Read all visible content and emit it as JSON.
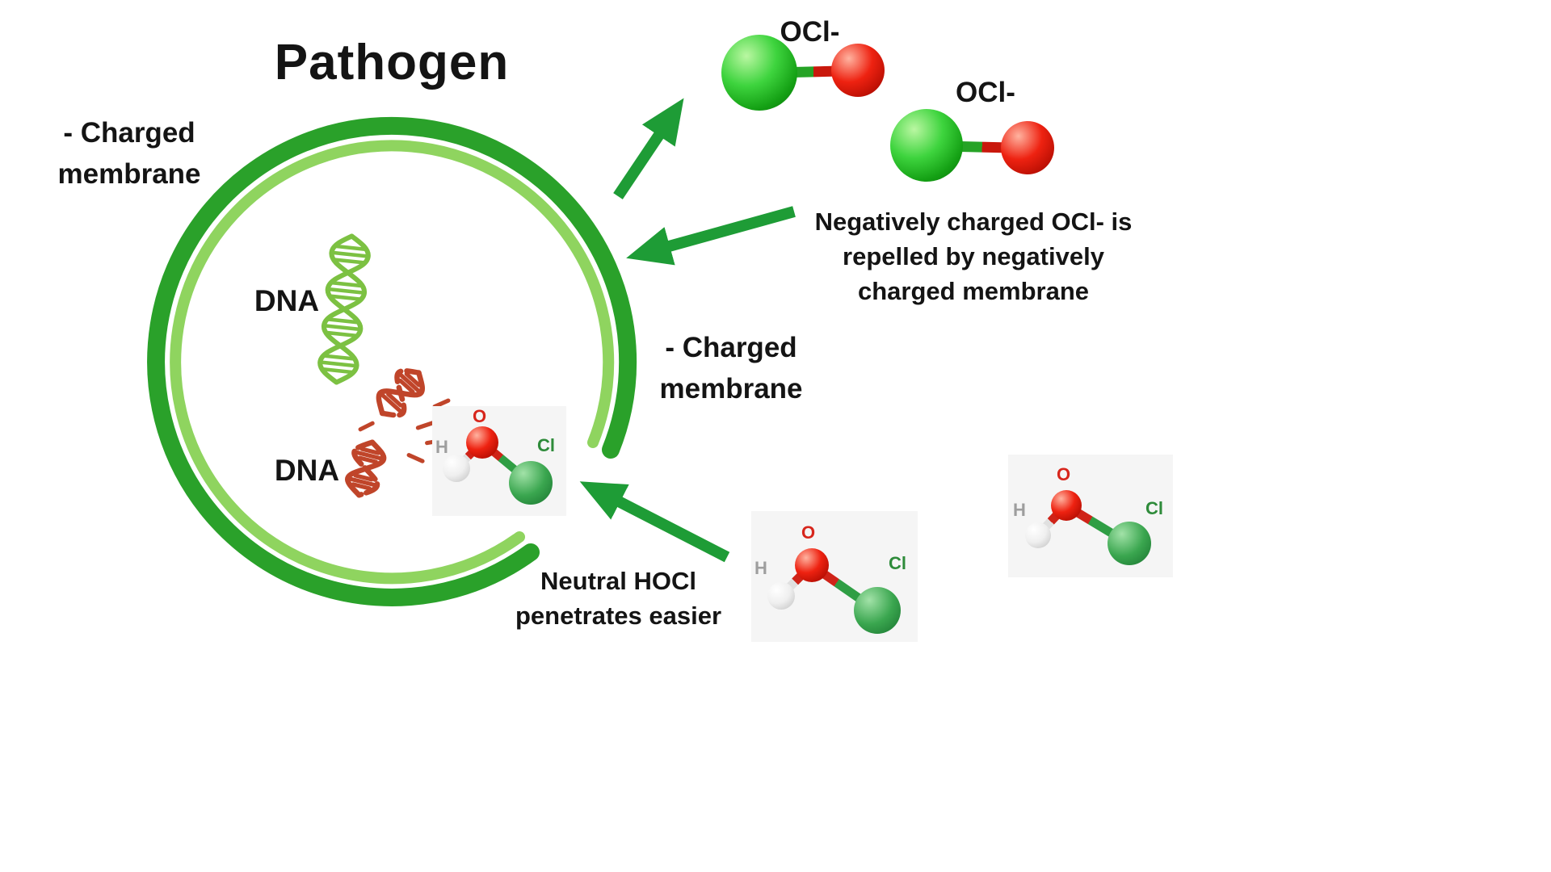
{
  "title": "Pathogen",
  "labels": {
    "membrane_left": "- Charged\nmembrane",
    "membrane_right": "- Charged\nmembrane",
    "dna_top": "DNA",
    "dna_bottom": "DNA",
    "ocl_1": "OCl-",
    "ocl_2": "OCl-",
    "repelled_note": "Negatively charged OCl- is\nrepelled by negatively\ncharged membrane",
    "penetrates_note": "Neutral HOCl\npenetrates easier"
  },
  "atoms": {
    "h": "H",
    "o": "O",
    "cl": "Cl"
  },
  "colors": {
    "membrane_outer": "#2aa12a",
    "membrane_inner": "#8fd45f",
    "dna_intact": "#7cc142",
    "dna_damaged": "#c0452a",
    "arrow": "#1e9c36",
    "atom_green": "#2ecc2e",
    "atom_red": "#e01810",
    "atom_white": "#f0f0f0",
    "atom_chlorine": "#2f9e44",
    "text": "#141414",
    "background": "#ffffff"
  }
}
